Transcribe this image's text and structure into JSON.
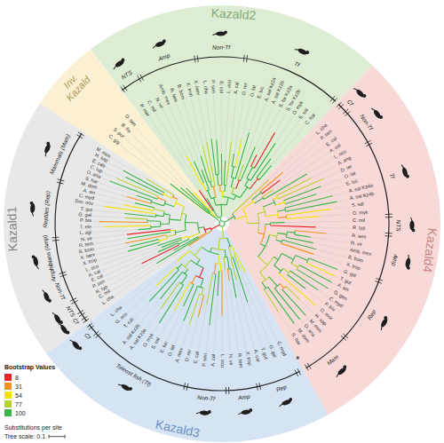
{
  "diagram": {
    "nodes": [
      {
        "text": [
          "Inv. Kazald"
        ]
      },
      {
        "text": [
          "Kazald2"
        ]
      },
      {
        "text": [
          "Kazald4"
        ]
      },
      {
        "text": [
          "Kazald3"
        ]
      },
      {
        "text": [
          "Kazald1"
        ]
      }
    ],
    "labels": [
      "P. mar",
      "C. mil",
      "N. vir",
      "Amb. mex",
      "R. tem",
      "B. bom",
      "X. trop",
      "X. laev",
      "L. cha",
      "P. sen",
      "E. cal",
      "L. ocu",
      "A. cal",
      "D. rer",
      "O. lat",
      "E. luc",
      "A. sal Kz2a",
      "A. sal Kz2b",
      "S. for Kz2a",
      "S. for Kz2b",
      "O. myk",
      "S. sal",
      "C. har",
      "L. cha",
      "P. sen",
      "E. cal",
      "A. cal",
      "L. ocu",
      "A. ang",
      "D. rer",
      "O. lat",
      "E. luc",
      "A. sal Kz4a",
      "A. sal Kz4b",
      "S. sal",
      "O. myk",
      "C. mil",
      "R. typ",
      "R. tem",
      "N. vir",
      "Amb. mex",
      "B. bom",
      "X. trop",
      "G. gal",
      "T. gut",
      "A. sin",
      "G. gan",
      "C. myd",
      "P. biv",
      "D. mor",
      "H. sap",
      "M. mus",
      "O. ana",
      "M. dom",
      "S. har",
      "C. myd",
      "G. gal",
      "T. gut",
      "A. car",
      "X. trop",
      "R. tem",
      "N. vir",
      "L. ocu",
      "A. cal",
      "P. sen",
      "E. cal",
      "D. rer",
      "A. mex",
      "O. lat",
      "E. luc",
      "S. sal",
      "O. myk",
      "A. sal Kz3a",
      "A. sal Kz3b",
      "T. rub",
      "G. acu",
      "L. cha",
      "L. cha",
      "C. mil",
      "R. typ",
      "P. sen",
      "E. cal",
      "A. cal",
      "L. ocu",
      "X. trop",
      "X. laev",
      "B. bom",
      "R. tem",
      "N. vir",
      "L. agi",
      "T. ele",
      "P. bis",
      "G. gal",
      "T. gut",
      "Dro. nov",
      "C. myd",
      "A. sin",
      "M. dom",
      "S. har",
      "O. ana",
      "C. lup",
      "E. cab",
      "H. sap",
      "M. mus",
      "C. gig",
      "S. pur",
      "B. flo",
      "O. bim",
      "NTS",
      "Amp",
      "Non-Tf",
      "Tf",
      "Cf",
      "Non-Tf",
      "Tf",
      "NTS",
      "Amp",
      "Rep",
      "Mam",
      "Rep",
      "Amp",
      "Non-Tf",
      "Teleost fish (Tf)",
      "Cf",
      "Cf",
      "NTS",
      "Non-Tf",
      "Amphibians (Amp)",
      "Reptiles (Rep)",
      "Mammals (Mam)",
      "*",
      "Bootstrap Values",
      "Substitutions per site",
      "Tree scale: 0.1"
    ],
    "legend": [
      {
        "text": "8",
        "color": "#e8202a"
      },
      {
        "text": "31",
        "color": "#f39220"
      },
      {
        "text": "54",
        "color": "#f2e400"
      },
      {
        "text": "77",
        "color": "#b5d433"
      },
      {
        "text": "100",
        "color": "#39b54a"
      }
    ]
  }
}
